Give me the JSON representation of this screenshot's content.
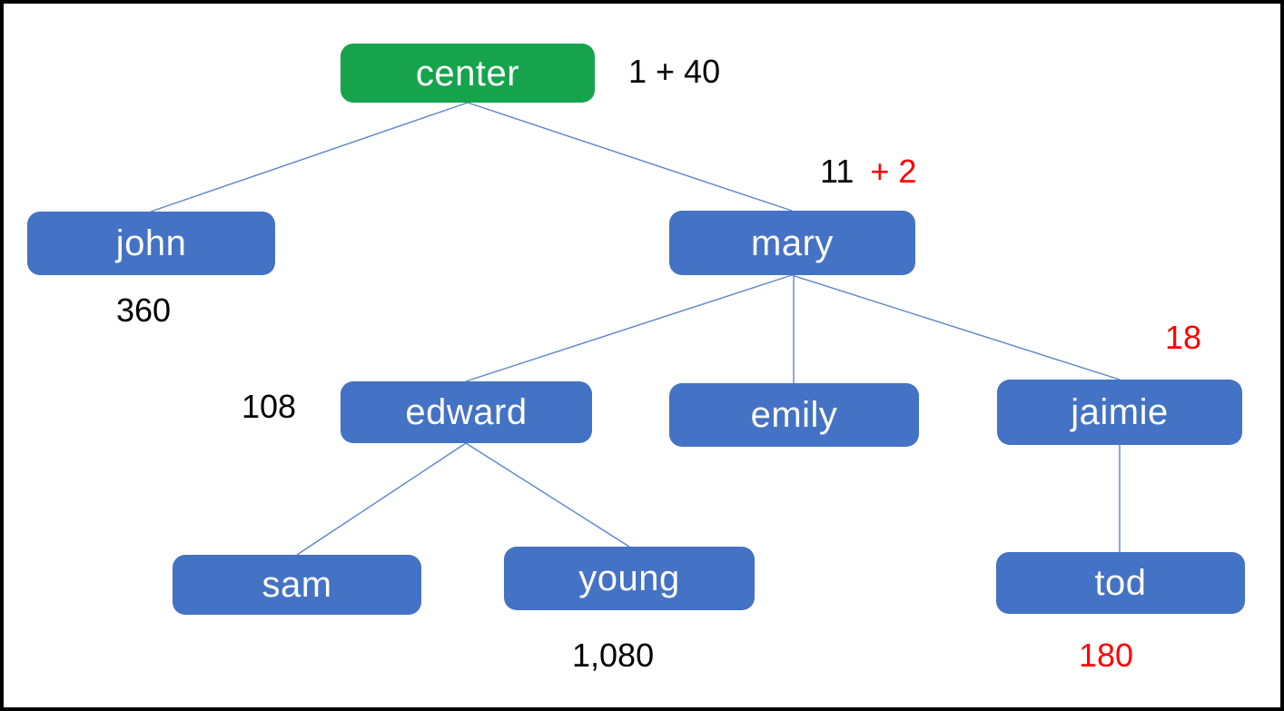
{
  "diagram": {
    "type": "tree",
    "colors": {
      "root_node_fill": "#16a34c",
      "node_fill": "#4472c4",
      "node_text": "#ffffff",
      "edge_stroke": "#5b84cc",
      "annotation_black": "#000000",
      "annotation_red": "#ff0000",
      "frame": "#000000",
      "background": "#ffffff"
    },
    "nodes": {
      "center": {
        "label": "center"
      },
      "john": {
        "label": "john"
      },
      "mary": {
        "label": "mary"
      },
      "edward": {
        "label": "edward"
      },
      "emily": {
        "label": "emily"
      },
      "jaimie": {
        "label": "jaimie"
      },
      "sam": {
        "label": "sam"
      },
      "young": {
        "label": "young"
      },
      "tod": {
        "label": "tod"
      }
    },
    "annotations": {
      "center_value": "1 + 40",
      "mary_value": "11",
      "mary_delta": "+ 2",
      "john_value": "360",
      "edward_value": "108",
      "jaimie_delta": "18",
      "young_value": "1,080",
      "tod_delta": "180"
    },
    "edges": [
      {
        "from": "center",
        "to": "john"
      },
      {
        "from": "center",
        "to": "mary"
      },
      {
        "from": "mary",
        "to": "edward"
      },
      {
        "from": "mary",
        "to": "emily"
      },
      {
        "from": "mary",
        "to": "jaimie"
      },
      {
        "from": "edward",
        "to": "sam"
      },
      {
        "from": "edward",
        "to": "young"
      },
      {
        "from": "jaimie",
        "to": "tod"
      }
    ]
  }
}
